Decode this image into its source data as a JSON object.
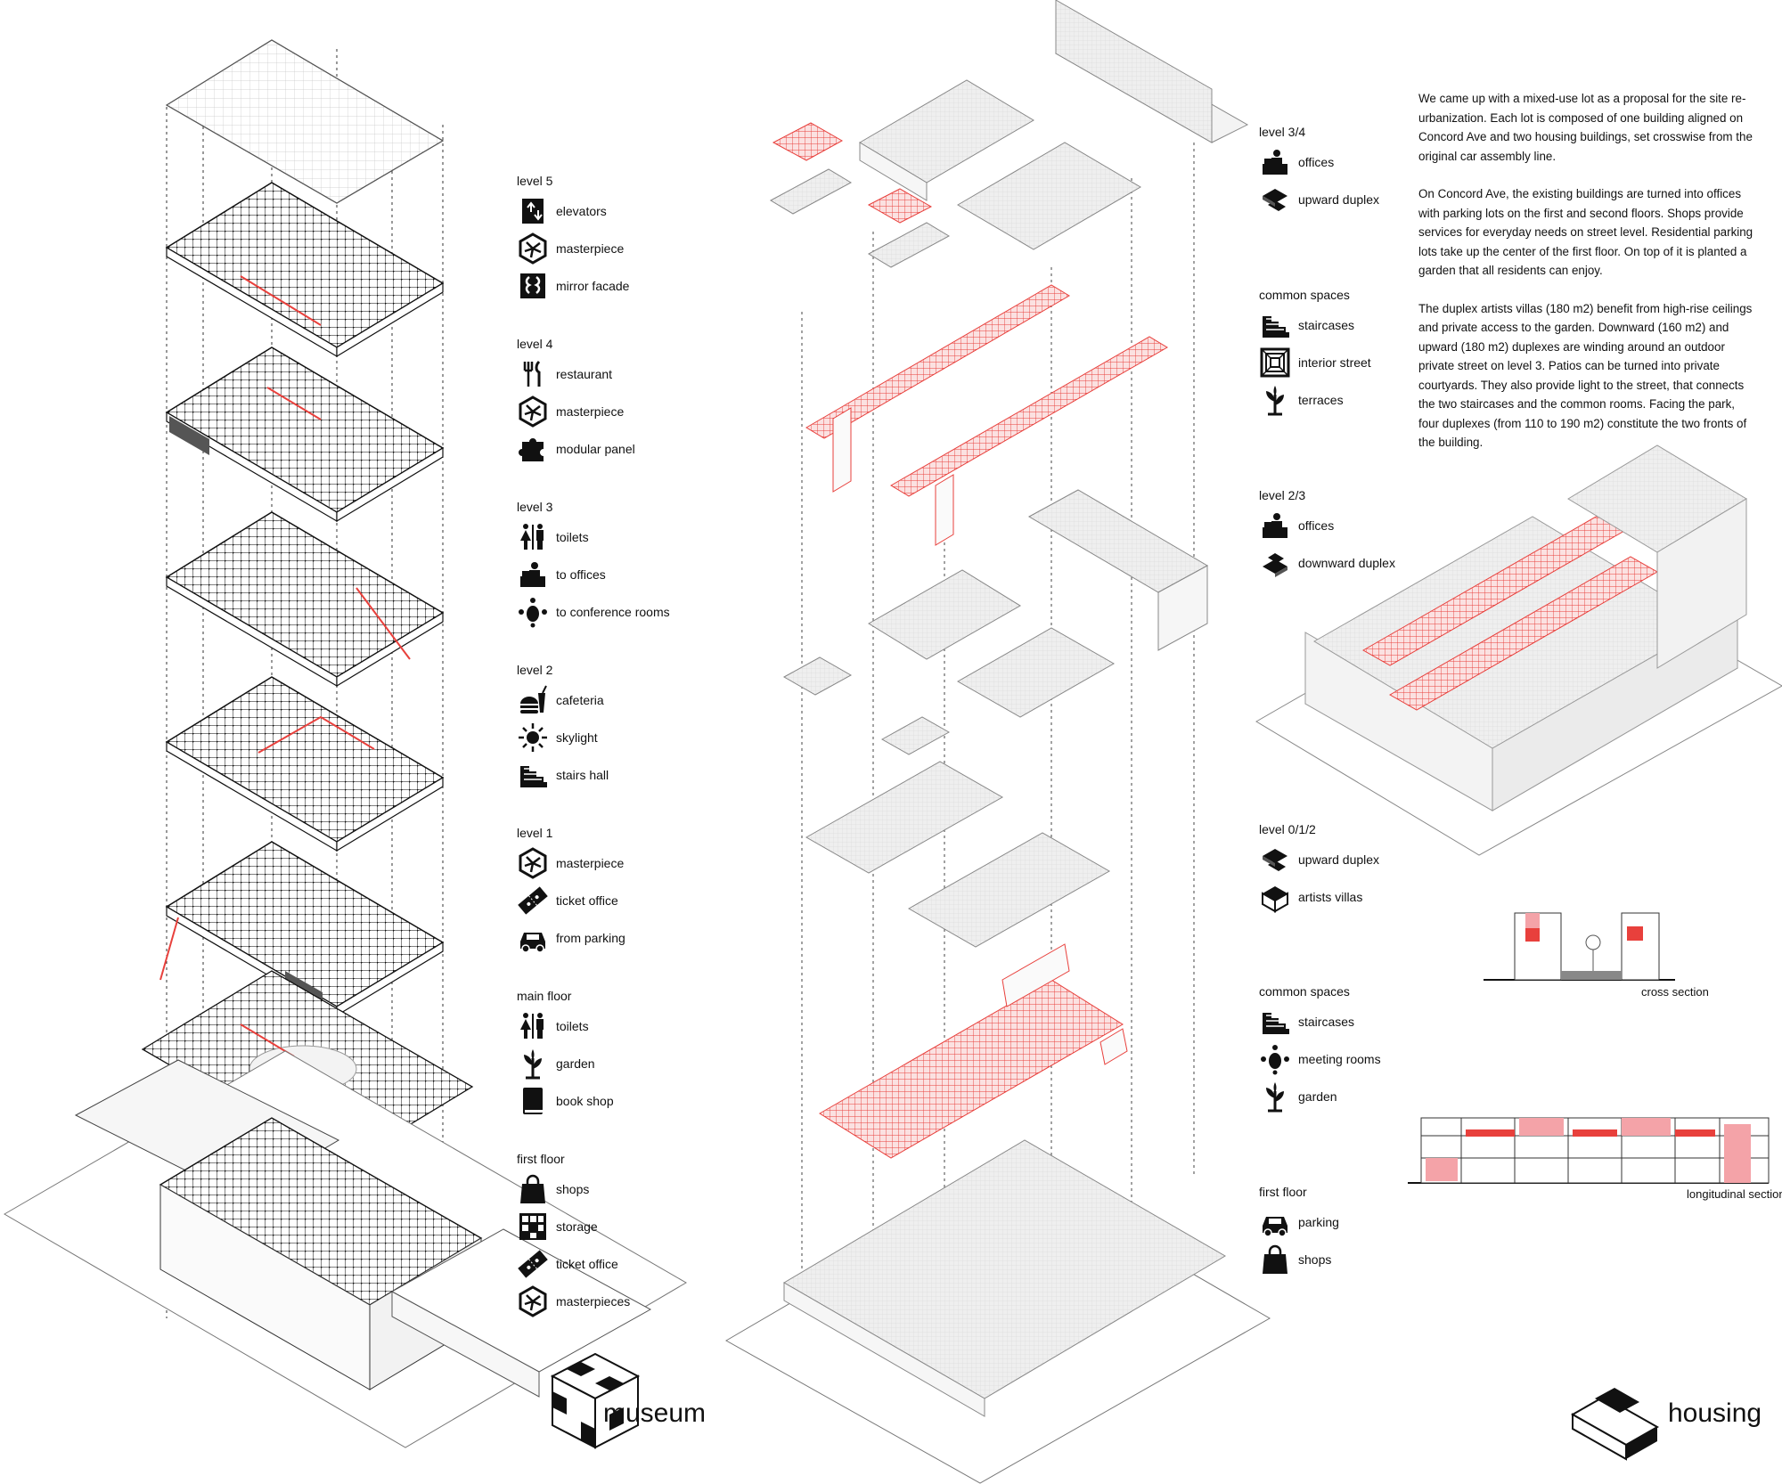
{
  "museum_legend": [
    {
      "level": "level 5",
      "items": [
        {
          "icon": "elevator-icon",
          "label": "elevators"
        },
        {
          "icon": "masterpiece-icon",
          "label": "masterpiece"
        },
        {
          "icon": "mirror-facade-icon",
          "label": "mirror facade"
        }
      ]
    },
    {
      "level": "level 4",
      "items": [
        {
          "icon": "restaurant-icon",
          "label": "restaurant"
        },
        {
          "icon": "masterpiece-icon",
          "label": "masterpiece"
        },
        {
          "icon": "puzzle-icon",
          "label": "modular panel"
        }
      ]
    },
    {
      "level": "level 3",
      "items": [
        {
          "icon": "toilets-icon",
          "label": "toilets"
        },
        {
          "icon": "office-desk-icon",
          "label": "to offices"
        },
        {
          "icon": "meeting-icon",
          "label": "to conference rooms"
        }
      ]
    },
    {
      "level": "level 2",
      "items": [
        {
          "icon": "burger-drink-icon",
          "label": "cafeteria"
        },
        {
          "icon": "sun-icon",
          "label": "skylight"
        },
        {
          "icon": "stairs-icon",
          "label": "stairs hall"
        }
      ]
    },
    {
      "level": "level 1",
      "items": [
        {
          "icon": "masterpiece-icon",
          "label": "masterpiece"
        },
        {
          "icon": "ticket-icon",
          "label": "ticket office"
        },
        {
          "icon": "car-icon",
          "label": "from parking"
        }
      ]
    },
    {
      "level": "main floor",
      "items": [
        {
          "icon": "toilets-icon",
          "label": "toilets"
        },
        {
          "icon": "plant-icon",
          "label": "garden"
        },
        {
          "icon": "book-icon",
          "label": "book shop"
        }
      ]
    },
    {
      "level": "first floor",
      "items": [
        {
          "icon": "shopping-bag-icon",
          "label": "shops"
        },
        {
          "icon": "storage-icon",
          "label": "storage"
        },
        {
          "icon": "ticket-icon",
          "label": "ticket office"
        },
        {
          "icon": "masterpiece-icon",
          "label": "masterpieces"
        }
      ]
    }
  ],
  "housing_legend": [
    {
      "level": "level 3/4",
      "items": [
        {
          "icon": "office-desk-icon",
          "label": "offices"
        },
        {
          "icon": "upward-duplex-icon",
          "label": "upward duplex"
        }
      ]
    },
    {
      "level": "common spaces",
      "items": [
        {
          "icon": "stairs-icon",
          "label": "staircases"
        },
        {
          "icon": "interior-street-icon",
          "label": "interior street"
        },
        {
          "icon": "plant-icon",
          "label": "terraces"
        }
      ]
    },
    {
      "level": "level 2/3",
      "items": [
        {
          "icon": "office-desk-icon",
          "label": "offices"
        },
        {
          "icon": "downward-duplex-icon",
          "label": "downward duplex"
        }
      ]
    },
    {
      "level": "level 0/1/2",
      "items": [
        {
          "icon": "upward-duplex-icon",
          "label": "upward duplex"
        },
        {
          "icon": "artists-villa-icon",
          "label": "artists villas"
        }
      ]
    },
    {
      "level": "common spaces",
      "items": [
        {
          "icon": "stairs-icon",
          "label": "staircases"
        },
        {
          "icon": "meeting-icon",
          "label": "meeting rooms"
        },
        {
          "icon": "plant-icon",
          "label": "garden"
        }
      ]
    },
    {
      "level": "first floor",
      "items": [
        {
          "icon": "car-icon",
          "label": "parking"
        },
        {
          "icon": "shopping-bag-icon",
          "label": "shops"
        }
      ]
    }
  ],
  "description": [
    "We came up with a mixed-use lot as a proposal for the site re-urbanization. Each lot is composed of one building aligned on Concord Ave and two housing buildings, set crosswise from the original car assembly line.",
    "On Concord Ave, the existing buildings are turned into offices with parking lots on the first and second floors. Shops provide services for everyday needs on street level. Residential parking lots take up the center of the first floor. On top of it is planted a garden that all residents can enjoy.",
    "The duplex artists villas (180 m2) benefit from high-rise ceilings and private access to the garden. Downward (160 m2) and upward (180 m2) duplexes are winding around an outdoor private street on level 3. Patios can be turned into private courtyards. They also provide light to the street, that connects the two staircases and the common rooms. Facing the park, four duplexes (from 110 to 190 m2) constitute the two fronts of the building."
  ],
  "captions": {
    "museum": "museum",
    "housing": "housing",
    "cross_section": "cross section",
    "longitudinal_section": "longitudinal section"
  },
  "colors": {
    "accent_red": "#e8403c",
    "accent_pink": "#f4a3a8",
    "line": "#2a2a2a",
    "massing_fill": "#e9e9e9"
  }
}
